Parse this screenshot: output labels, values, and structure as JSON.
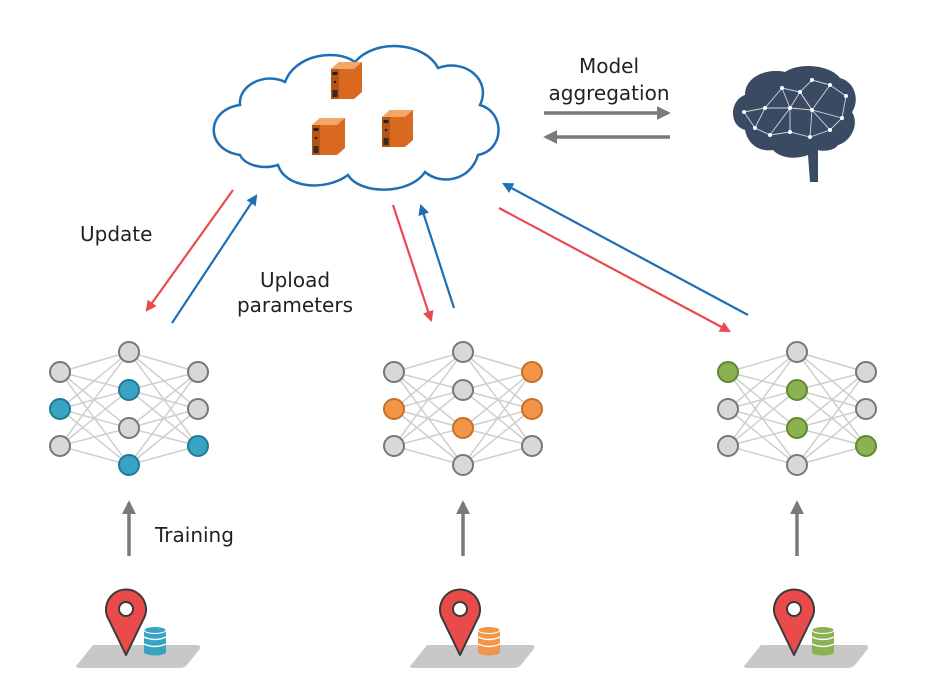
{
  "labels": {
    "model_aggregation_line1": "Model",
    "model_aggregation_line2": "aggregation",
    "update": "Update",
    "upload_line1": "Upload",
    "upload_line2": "parameters",
    "training": "Training"
  },
  "colors": {
    "update_arrow": "#e84a4f",
    "upload_arrow": "#1f6fb5",
    "cloud_outline": "#1f6fb5",
    "server": "#d9691e",
    "gray_arrow": "#7a7a7a",
    "brain": "#3b4a63",
    "node_gray": "#d8d8d8",
    "node_border": "#777777",
    "pin": "#e94b4b",
    "platform": "#c8c8c8"
  },
  "clients": [
    {
      "name": "client-1",
      "accent": "#3aa3c4",
      "accent_border": "#1f7a96",
      "layers": [
        [
          false,
          true,
          false
        ],
        [
          false,
          true,
          false,
          true
        ],
        [
          false,
          false,
          true
        ]
      ]
    },
    {
      "name": "client-2",
      "accent": "#f0954a",
      "accent_border": "#c96f22",
      "layers": [
        [
          false,
          true,
          false
        ],
        [
          false,
          false,
          true,
          false
        ],
        [
          true,
          true,
          false
        ]
      ]
    },
    {
      "name": "client-3",
      "accent": "#8bb152",
      "accent_border": "#5f8a2e",
      "layers": [
        [
          true,
          false,
          false
        ],
        [
          false,
          true,
          true,
          false
        ],
        [
          false,
          false,
          true
        ]
      ]
    }
  ]
}
